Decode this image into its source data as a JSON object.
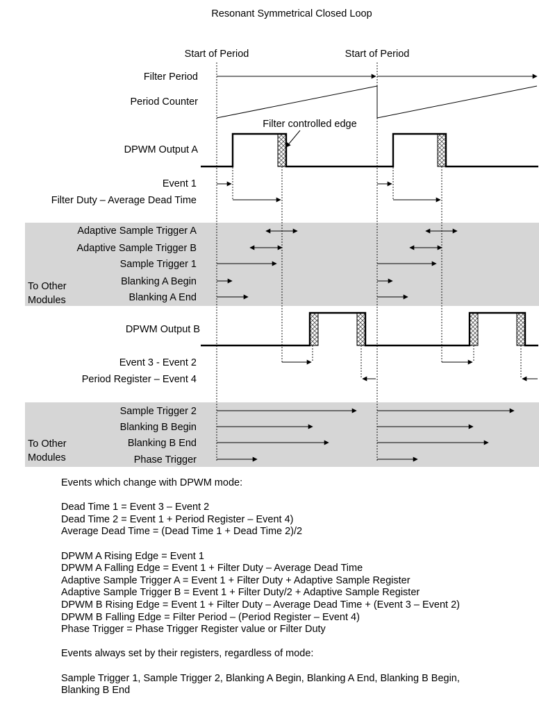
{
  "title": "Resonant Symmetrical Closed Loop",
  "markers": {
    "start_of_period": "Start of Period"
  },
  "annotations": {
    "filter_edge": "Filter controlled edge"
  },
  "signals": {
    "filter_period": "Filter Period",
    "period_counter": "Period Counter",
    "dpwm_a": "DPWM Output A",
    "event1": "Event 1",
    "filter_duty": "Filter Duty – Average Dead Time",
    "dpwm_b": "DPWM Output B",
    "event3_2": "Event 3 - Event 2",
    "period_reg": "Period Register – Event 4"
  },
  "band1": {
    "rows": [
      "Adaptive Sample Trigger A",
      "Adaptive Sample Trigger B",
      "Sample Trigger 1",
      "Blanking A Begin",
      "Blanking A End"
    ],
    "side": [
      "To Other",
      "Modules"
    ]
  },
  "band2": {
    "rows": [
      "Sample Trigger 2",
      "Blanking B Begin",
      "Blanking B End",
      "Phase Trigger"
    ],
    "side": [
      "To Other",
      "Modules"
    ]
  },
  "notes": {
    "heading1": "Events which change with DPWM mode:",
    "group1": [
      "Dead Time 1 = Event 3 – Event 2",
      "Dead Time 2 = Event 1 + Period Register – Event 4)",
      "Average Dead Time = (Dead Time 1 + Dead Time 2)/2"
    ],
    "group2": [
      "DPWM A Rising Edge = Event 1",
      "DPWM A Falling Edge = Event 1 + Filter Duty – Average Dead Time",
      "Adaptive Sample Trigger A = Event 1 + Filter Duty + Adaptive Sample Register",
      "Adaptive Sample Trigger B = Event 1 + Filter Duty/2 + Adaptive Sample Register",
      "DPWM B Rising Edge = Event 1 + Filter Duty – Average Dead Time + (Event 3 – Event 2)",
      "DPWM B Falling Edge = Filter Period – (Period Register – Event 4)",
      "Phase Trigger = Phase Trigger Register value or Filter Duty"
    ],
    "heading2": "Events always set by their registers, regardless of mode:",
    "group3": [
      "Sample Trigger 1, Sample Trigger 2, Blanking A Begin, Blanking A End, Blanking B Begin,",
      "Blanking B End"
    ]
  },
  "colors": {
    "band": "#d6d6d6",
    "line": "#000000"
  }
}
